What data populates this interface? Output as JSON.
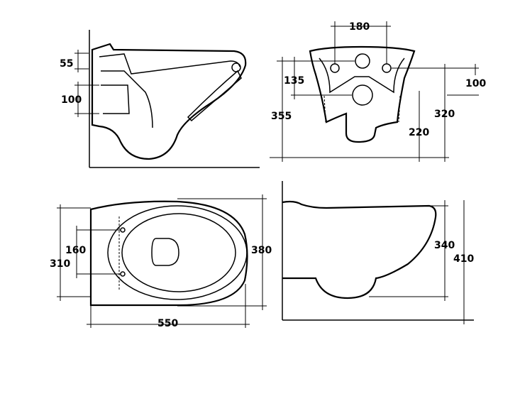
{
  "side_view_top": {
    "dim_rim_height": "55",
    "dim_mount_spacing": "100"
  },
  "front_view": {
    "dim_bolt_spacing": "180",
    "dim_inlet_offset": "135",
    "dim_bolt_height": "100",
    "dim_total_height": "355",
    "dim_outlet_height_320": "320",
    "dim_outlet_height_220": "220"
  },
  "top_view": {
    "dim_bolt_spacing": "160",
    "dim_width_inner": "310",
    "dim_width_outer": "380",
    "dim_length": "550"
  },
  "side_view_bottom": {
    "dim_bowl_height": "340",
    "dim_total_height": "410"
  },
  "colors": {
    "ink": "#000000",
    "background": "#ffffff"
  }
}
